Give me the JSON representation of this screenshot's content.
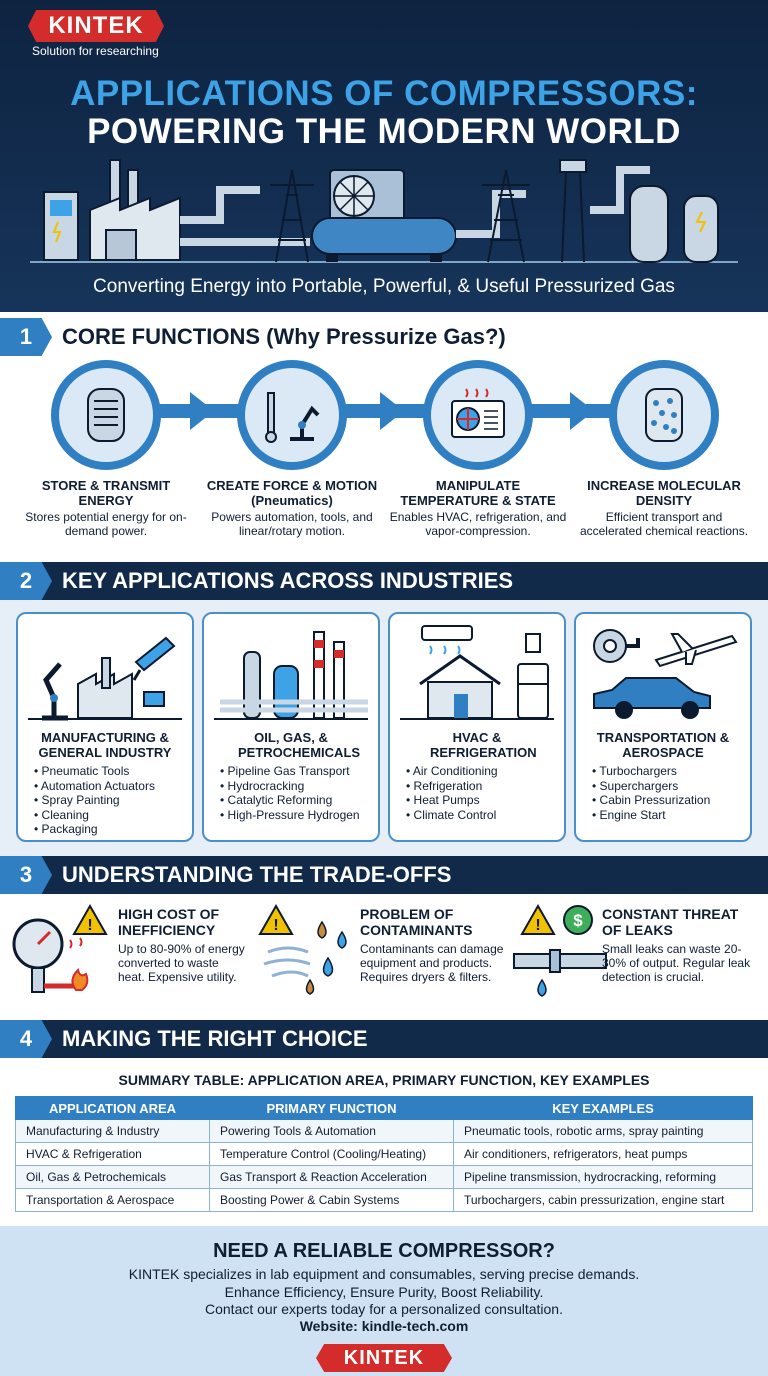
{
  "brand": {
    "name": "KINTEK",
    "tagline": "Solution for researching"
  },
  "header": {
    "title_line1": "APPLICATIONS OF COMPRESSORS:",
    "title_line2": "POWERING THE MODERN WORLD",
    "subtitle": "Converting Energy into Portable, Powerful, & Useful Pressurized Gas"
  },
  "sections": [
    {
      "number": "1",
      "title": "CORE FUNCTIONS (Why Pressurize Gas?)"
    },
    {
      "number": "2",
      "title": "KEY APPLICATIONS ACROSS INDUSTRIES"
    },
    {
      "number": "3",
      "title": "UNDERSTANDING THE TRADE-OFFS"
    },
    {
      "number": "4",
      "title": "MAKING THE RIGHT CHOICE"
    }
  ],
  "core_functions": [
    {
      "title": "STORE & TRANSMIT ENERGY",
      "desc": "Stores potential energy for on-demand power.",
      "icon": "tank-spring-icon"
    },
    {
      "title": "CREATE FORCE & MOTION (Pneumatics)",
      "desc": "Powers automation, tools, and linear/rotary motion.",
      "icon": "robotic-arm-icon"
    },
    {
      "title": "MANIPULATE TEMPERATURE & STATE",
      "desc": "Enables HVAC, refrigeration, and vapor-compression.",
      "icon": "hvac-unit-icon"
    },
    {
      "title": "INCREASE MOLECULAR DENSITY",
      "desc": "Efficient transport and accelerated chemical reactions.",
      "icon": "molecules-cylinder-icon"
    }
  ],
  "applications": [
    {
      "title": "MANUFACTURING & GENERAL INDUSTRY",
      "items": [
        "Pneumatic Tools",
        "Automation Actuators",
        "Spray Painting",
        "Cleaning",
        "Packaging"
      ]
    },
    {
      "title": "OIL, GAS, & PETROCHEMICALS",
      "items": [
        "Pipeline Gas Transport",
        "Hydrocracking",
        "Catalytic Reforming",
        "High-Pressure Hydrogen"
      ]
    },
    {
      "title": "HVAC & REFRIGERATION",
      "items": [
        "Air Conditioning",
        "Refrigeration",
        "Heat Pumps",
        "Climate Control"
      ]
    },
    {
      "title": "TRANSPORTATION & AEROSPACE",
      "items": [
        "Turbochargers",
        "Superchargers",
        "Cabin Pressurization",
        "Engine Start"
      ]
    }
  ],
  "tradeoffs": [
    {
      "title": "HIGH COST OF INEFFICIENCY",
      "desc": "Up to 80-90% of energy converted to waste heat. Expensive utility."
    },
    {
      "title": "PROBLEM OF CONTAMINANTS",
      "desc": "Contaminants can damage equipment and products. Requires dryers & filters."
    },
    {
      "title": "CONSTANT THREAT OF LEAKS",
      "desc": "Small leaks can waste 20-30% of output. Regular leak detection is crucial."
    }
  ],
  "summary_table": {
    "caption": "SUMMARY TABLE: APPLICATION AREA, PRIMARY FUNCTION, KEY EXAMPLES",
    "headers": [
      "APPLICATION AREA",
      "PRIMARY FUNCTION",
      "KEY EXAMPLES"
    ],
    "rows": [
      [
        "Manufacturing & Industry",
        "Powering Tools & Automation",
        "Pneumatic tools, robotic arms, spray painting"
      ],
      [
        "HVAC & Refrigeration",
        "Temperature Control (Cooling/Heating)",
        "Air conditioners, refrigerators, heat pumps"
      ],
      [
        "Oil, Gas & Petrochemicals",
        "Gas Transport & Reaction Acceleration",
        "Pipeline transmission, hydrocracking, reforming"
      ],
      [
        "Transportation & Aerospace",
        "Boosting Power & Cabin Systems",
        "Turbochargers, cabin pressurization, engine start"
      ]
    ]
  },
  "cta": {
    "title": "NEED A RELIABLE COMPRESSOR?",
    "line1": "KINTEK specializes in lab equipment and consumables, serving precise demands.",
    "line2": "Enhance Efficiency, Ensure Purity, Boost Reliability.",
    "line3": "Contact our experts today for a personalized consultation.",
    "website": "Website: kindle-tech.com"
  },
  "colors": {
    "navy": "#112a4a",
    "accent_blue": "#2f7fc2",
    "title_blue": "#3ea3e6",
    "brand_red": "#d42b2b",
    "light_blue": "#e6eff8"
  }
}
